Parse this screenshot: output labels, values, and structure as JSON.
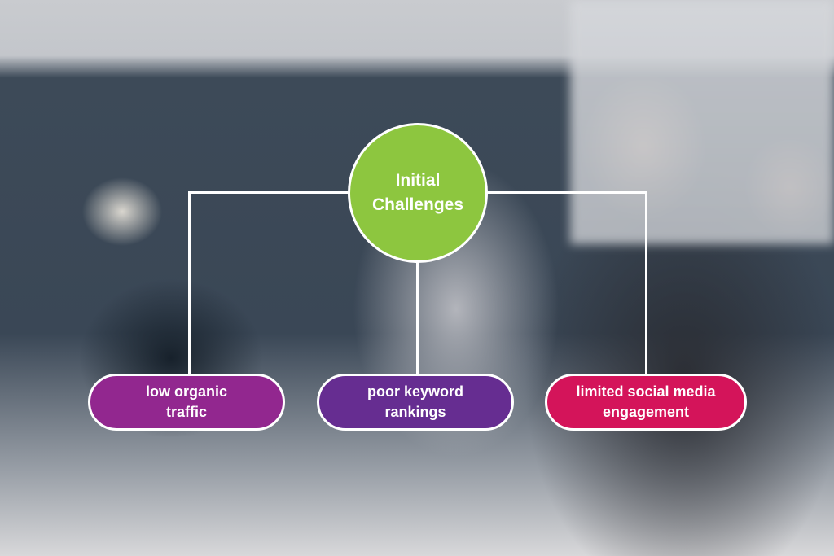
{
  "root": {
    "label_line1": "Initial",
    "label_line2": "Challenges",
    "color": "#8dc63f"
  },
  "children": [
    {
      "line1": "low organic",
      "line2": "traffic",
      "color": "#92278f"
    },
    {
      "line1": "poor keyword",
      "line2": "rankings",
      "color": "#662d91"
    },
    {
      "line1": "limited social media",
      "line2": "engagement",
      "color": "#d4145a"
    }
  ]
}
